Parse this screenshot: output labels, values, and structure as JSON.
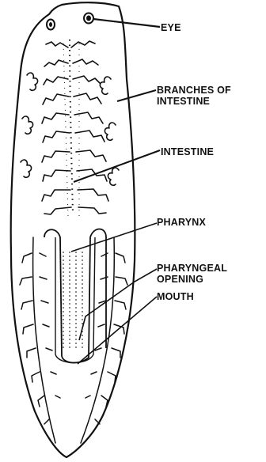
{
  "labels": {
    "eye": "EYE",
    "branches_line1": "BRANCHES OF",
    "branches_line2": "INTESTINE",
    "intestine": "INTESTINE",
    "pharynx": "PHARYNX",
    "pharyngeal_line1": "PHARYNGEAL",
    "pharyngeal_line2": "OPENING",
    "mouth": "MOUTH"
  },
  "colors": {
    "ink": "#111111",
    "background": "#ffffff"
  }
}
